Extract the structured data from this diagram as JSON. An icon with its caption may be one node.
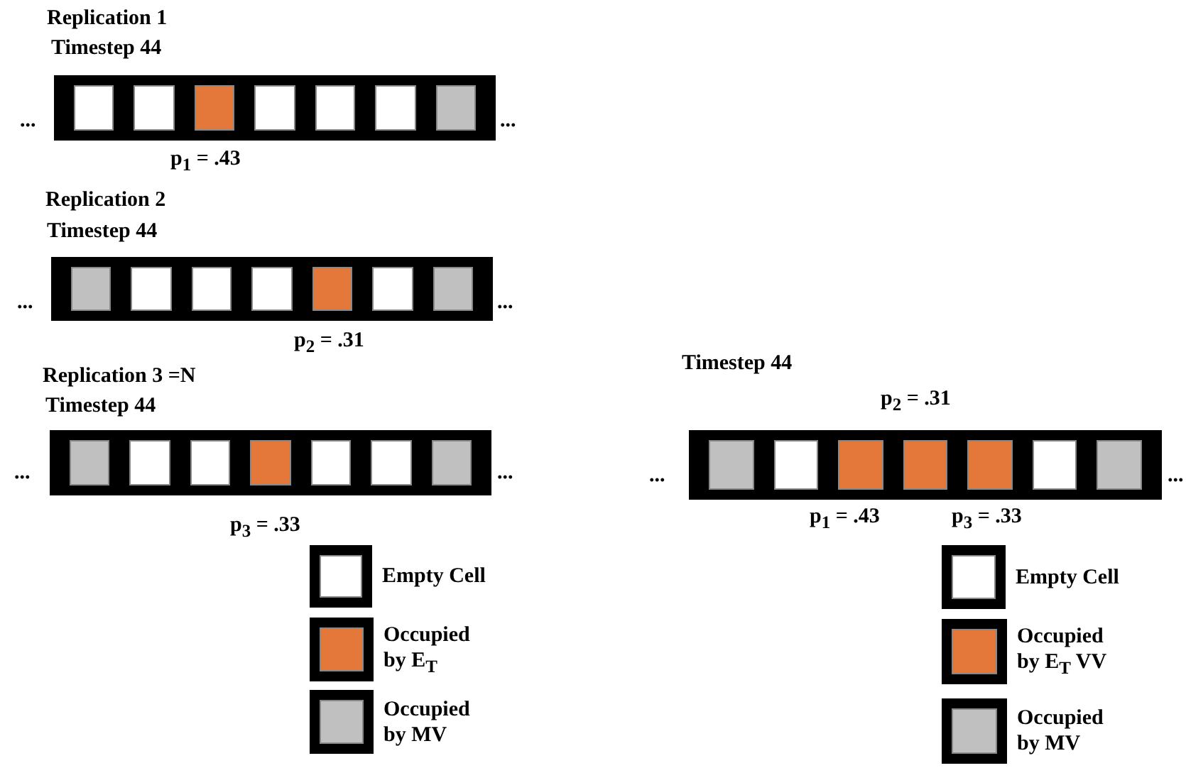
{
  "diagram": {
    "labels": [
      "Replication 1",
      "Timestep 44",
      "...",
      "...",
      "p$_{1}$ = .43",
      "Replication 2",
      "Timestep 44",
      "...",
      "...",
      "p$_{2}$ = .31",
      "Replication 3 =N",
      "Timestep 44",
      "...",
      "...",
      "p$_{3}$ = .33",
      "Timestep 44",
      "p$_{2}$ = .31",
      "...",
      "...",
      "p$_{1}$ = .43",
      "p$_{3}$ = .33"
    ],
    "legend": [
      {
        "text": "Empty Cell",
        "color": "#ffffff"
      },
      {
        "text": "Occupied by E$_{T}$",
        "color": "#e4773a"
      },
      {
        "text": "Occupied by MV",
        "color": "#c0c0c0"
      },
      {
        "text": "Empty Cell",
        "color": "#ffffff"
      },
      {
        "text": "Occupied by E$_{T}$ VV",
        "color": "#e4773a"
      },
      {
        "text": "Occupied by MV",
        "color": "#c0c0c0"
      }
    ]
  }
}
